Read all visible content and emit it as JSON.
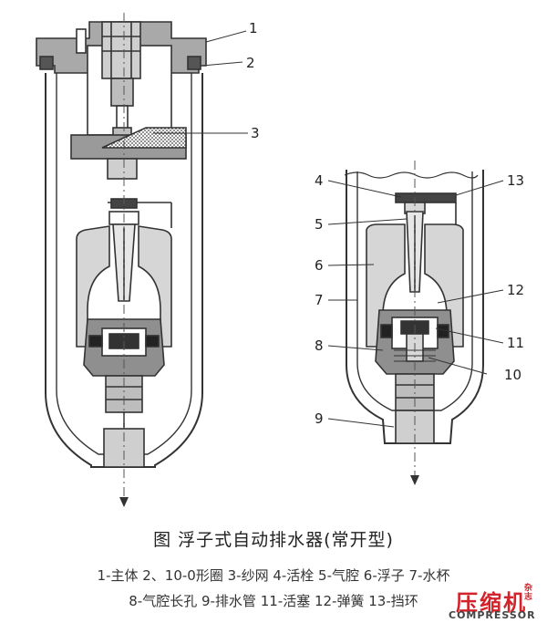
{
  "caption": "图 浮子式自动排水器(常开型)",
  "legend_line1": "1-主体 2、10-0形圈 3-纱网 4-活栓 5-气腔 6-浮子 7-水杯",
  "legend_line2": "8-气腔长孔 9-排水管 11-活塞 12-弹簧 13-挡环",
  "watermark": {
    "main": "压缩机",
    "side": "杂志",
    "sub": "COMPRESSOR",
    "color": "#d2232a"
  },
  "callouts": {
    "c1": "1",
    "c2": "2",
    "c3": "3",
    "c4": "4",
    "c5": "5",
    "c6": "6",
    "c7": "7",
    "c8": "8",
    "c9": "9",
    "c10": "10",
    "c11": "11",
    "c12": "12",
    "c13": "13"
  }
}
